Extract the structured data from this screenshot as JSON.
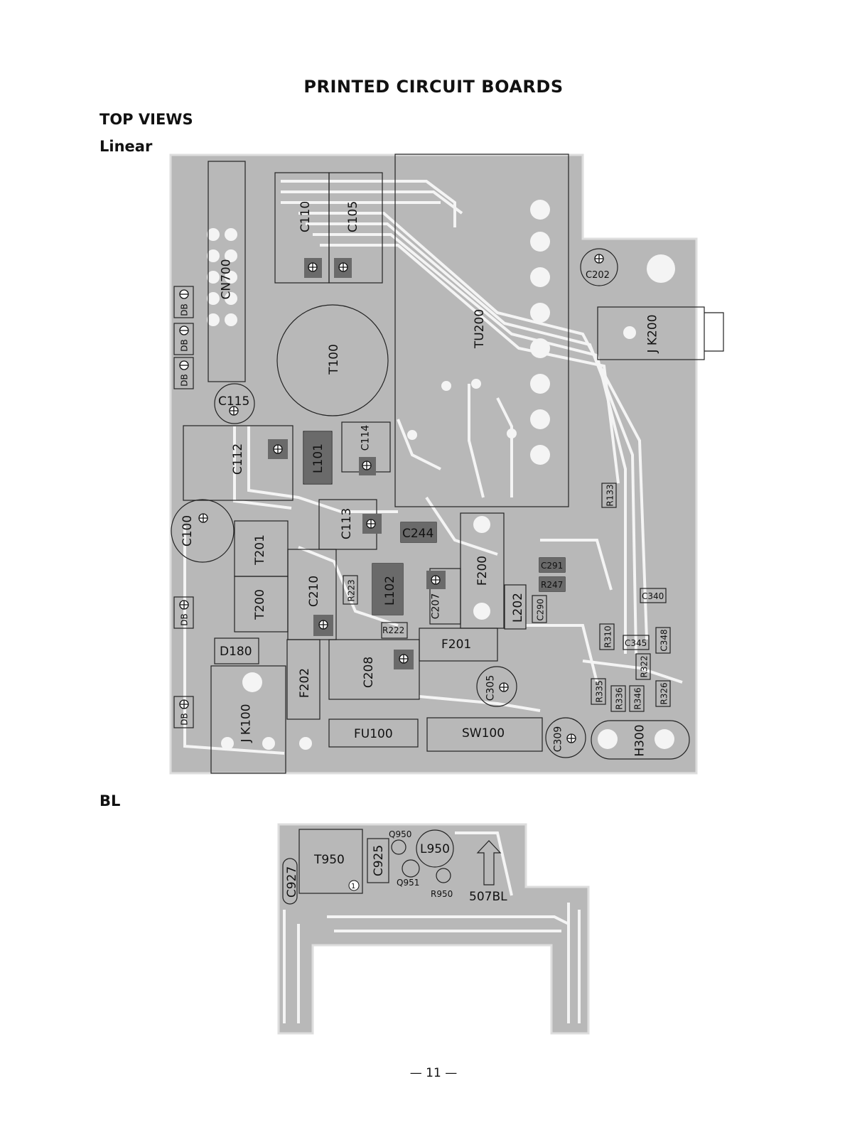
{
  "page": {
    "title": "PRINTED CIRCUIT BOARDS",
    "section_top_views": "TOP VIEWS",
    "section_linear": "Linear",
    "section_bl": "BL",
    "page_number": "— 11 —"
  },
  "colors": {
    "board": "#b8b8b8",
    "trace": "#f4f4f4",
    "outline": "#222222"
  },
  "linear_components": {
    "CN700": "CN700",
    "C110": "C110",
    "C105": "C105",
    "TU200": "TU200",
    "C202": "C202",
    "JK200": "J K200",
    "T100": "T100",
    "C115": "C115",
    "C112": "C112",
    "L101": "L101",
    "C114": "C114",
    "R133": "R133",
    "C100": "C100",
    "T201": "T201",
    "C113": "C113",
    "C244": "C244",
    "F200": "F200",
    "C291": "C291",
    "R247": "R247",
    "T200": "T200",
    "C210": "C210",
    "R223": "R223",
    "L102": "L102",
    "C207": "C207",
    "L202": "L202",
    "C290": "C290",
    "C340": "C340",
    "R222": "R222",
    "F201": "F201",
    "R310": "R310",
    "C345": "C345",
    "C348": "C348",
    "D180": "D180",
    "C208": "C208",
    "R322": "R322",
    "F202": "F202",
    "C305": "C305",
    "R335": "R335",
    "R336": "R336",
    "R346": "R346",
    "R326": "R326",
    "JK100": "J K100",
    "FU100": "FU100",
    "SW100": "SW100",
    "C309": "C309",
    "H300": "H300",
    "DB1": "DB",
    "DB2": "DB",
    "DB3": "DB",
    "DB4": "DB",
    "DB5": "DB"
  },
  "bl_components": {
    "T950": "T950",
    "Q950": "Q950",
    "L950": "L950",
    "C925": "C925",
    "C927": "C927",
    "Q951": "Q951",
    "R950": "R950",
    "BL507": "507BL",
    "pin1": "1"
  }
}
